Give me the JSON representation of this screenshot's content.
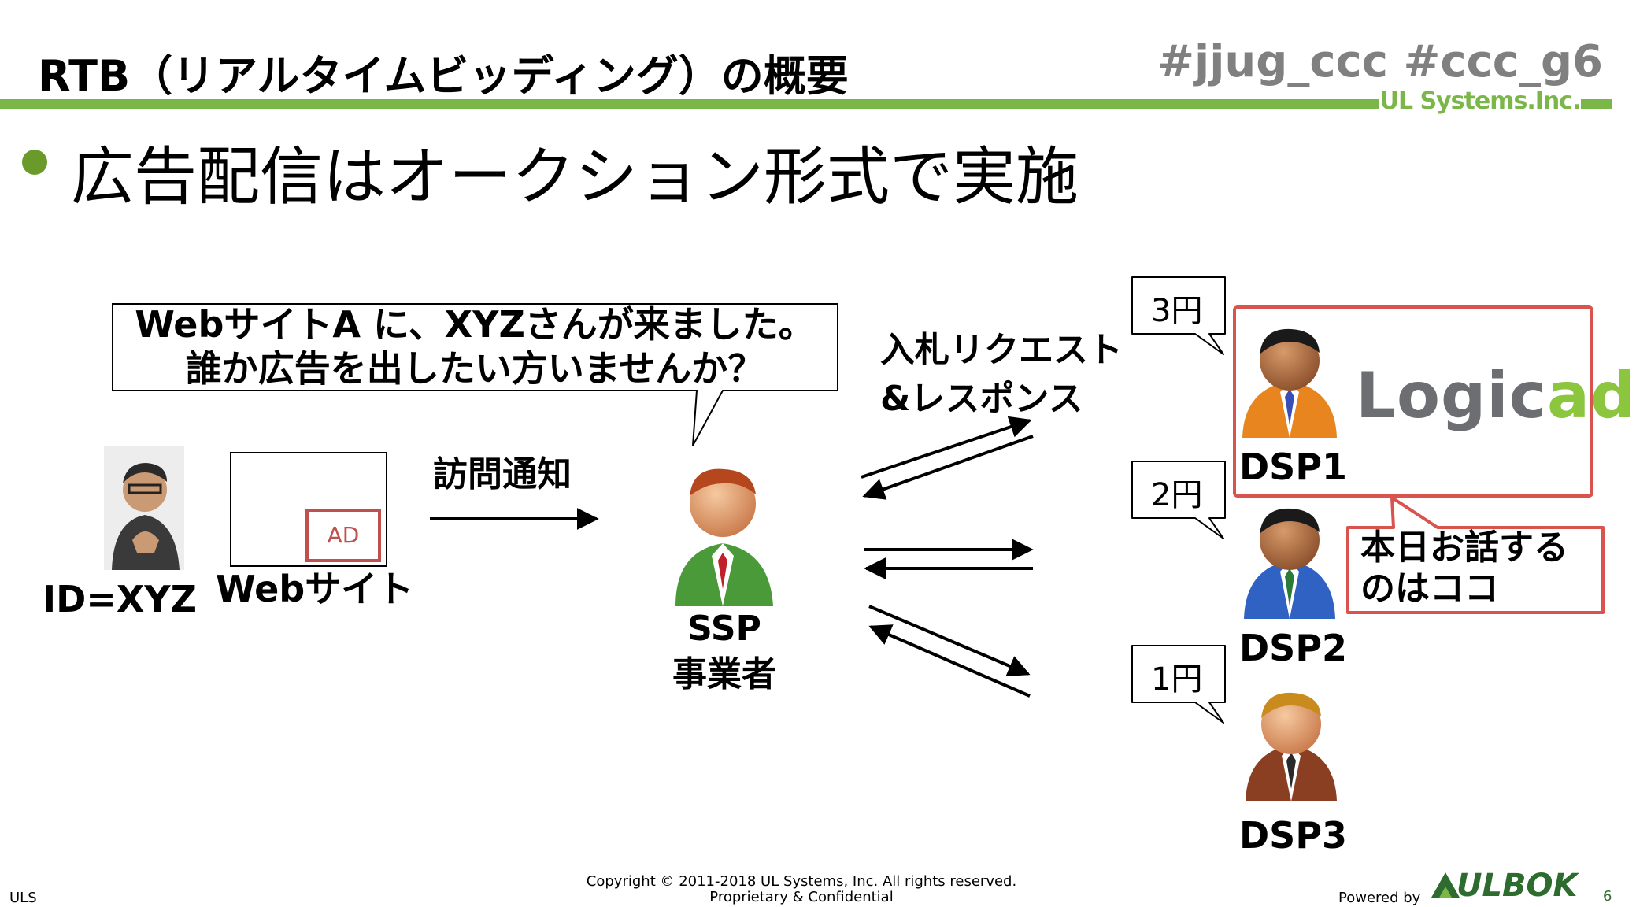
{
  "slide": {
    "title": "RTB（リアルタイムビッディング）の概要",
    "hashtags": "#jjug_ccc  #ccc_g6",
    "company_logo": "UL Systems.Inc.",
    "bullet": "広告配信はオークション形式で実施",
    "accent_color": "#7ab648",
    "highlight_color": "#c0504d"
  },
  "diagram": {
    "callout_lines": [
      "WebサイトA に、XYZさんが来ました。",
      "誰か広告を出したい方いませんか？"
    ],
    "user_id": "ID=XYZ",
    "ad_label": "AD",
    "website_label": "Webサイト",
    "notify_label": "訪問通知",
    "ssp_lines": [
      "SSP",
      "事業者"
    ],
    "bid_lines": [
      "入札リクエスト",
      "&レスポンス"
    ],
    "dsps": [
      {
        "name": "DSP1",
        "price": "3円",
        "suit_color": "orange"
      },
      {
        "name": "DSP2",
        "price": "2円",
        "suit_color": "blue"
      },
      {
        "name": "DSP3",
        "price": "1円",
        "suit_color": "brown"
      }
    ],
    "logicad": {
      "main": "Logic",
      "accent": "ad"
    },
    "note_lines": [
      "本日お話する",
      "のはココ"
    ]
  },
  "footer": {
    "left": "ULS",
    "copyright": "Copyright © 2011-2018 UL Systems, Inc.  All rights reserved.",
    "confidential": "Proprietary & Confidential",
    "powered_by": "Powered by",
    "brand": "ULBOK",
    "page": "6"
  }
}
